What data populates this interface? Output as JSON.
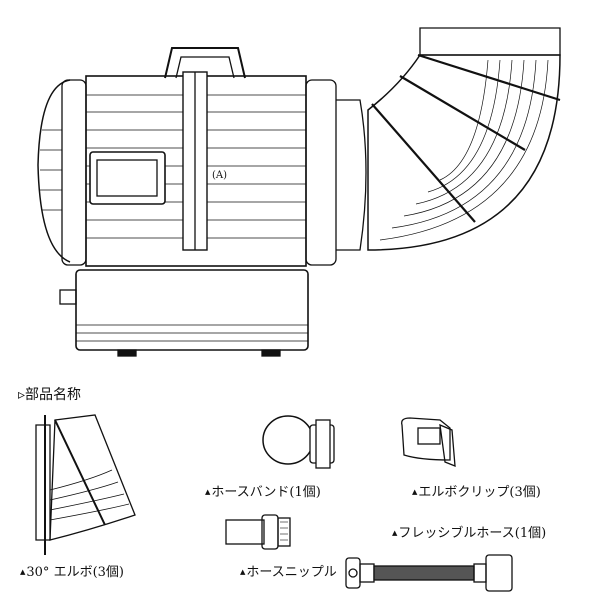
{
  "section_title": "部品名称",
  "title_marker": "▹",
  "part_marker": "▲",
  "machine_label": "(A)",
  "parts": [
    {
      "name": "30° エルボ(3個)"
    },
    {
      "name": "ホースバンド(1個)"
    },
    {
      "name": "エルボクリップ(3個)"
    },
    {
      "name": "ホースニップル"
    },
    {
      "name": "フレッシブルホース(1個)"
    }
  ]
}
